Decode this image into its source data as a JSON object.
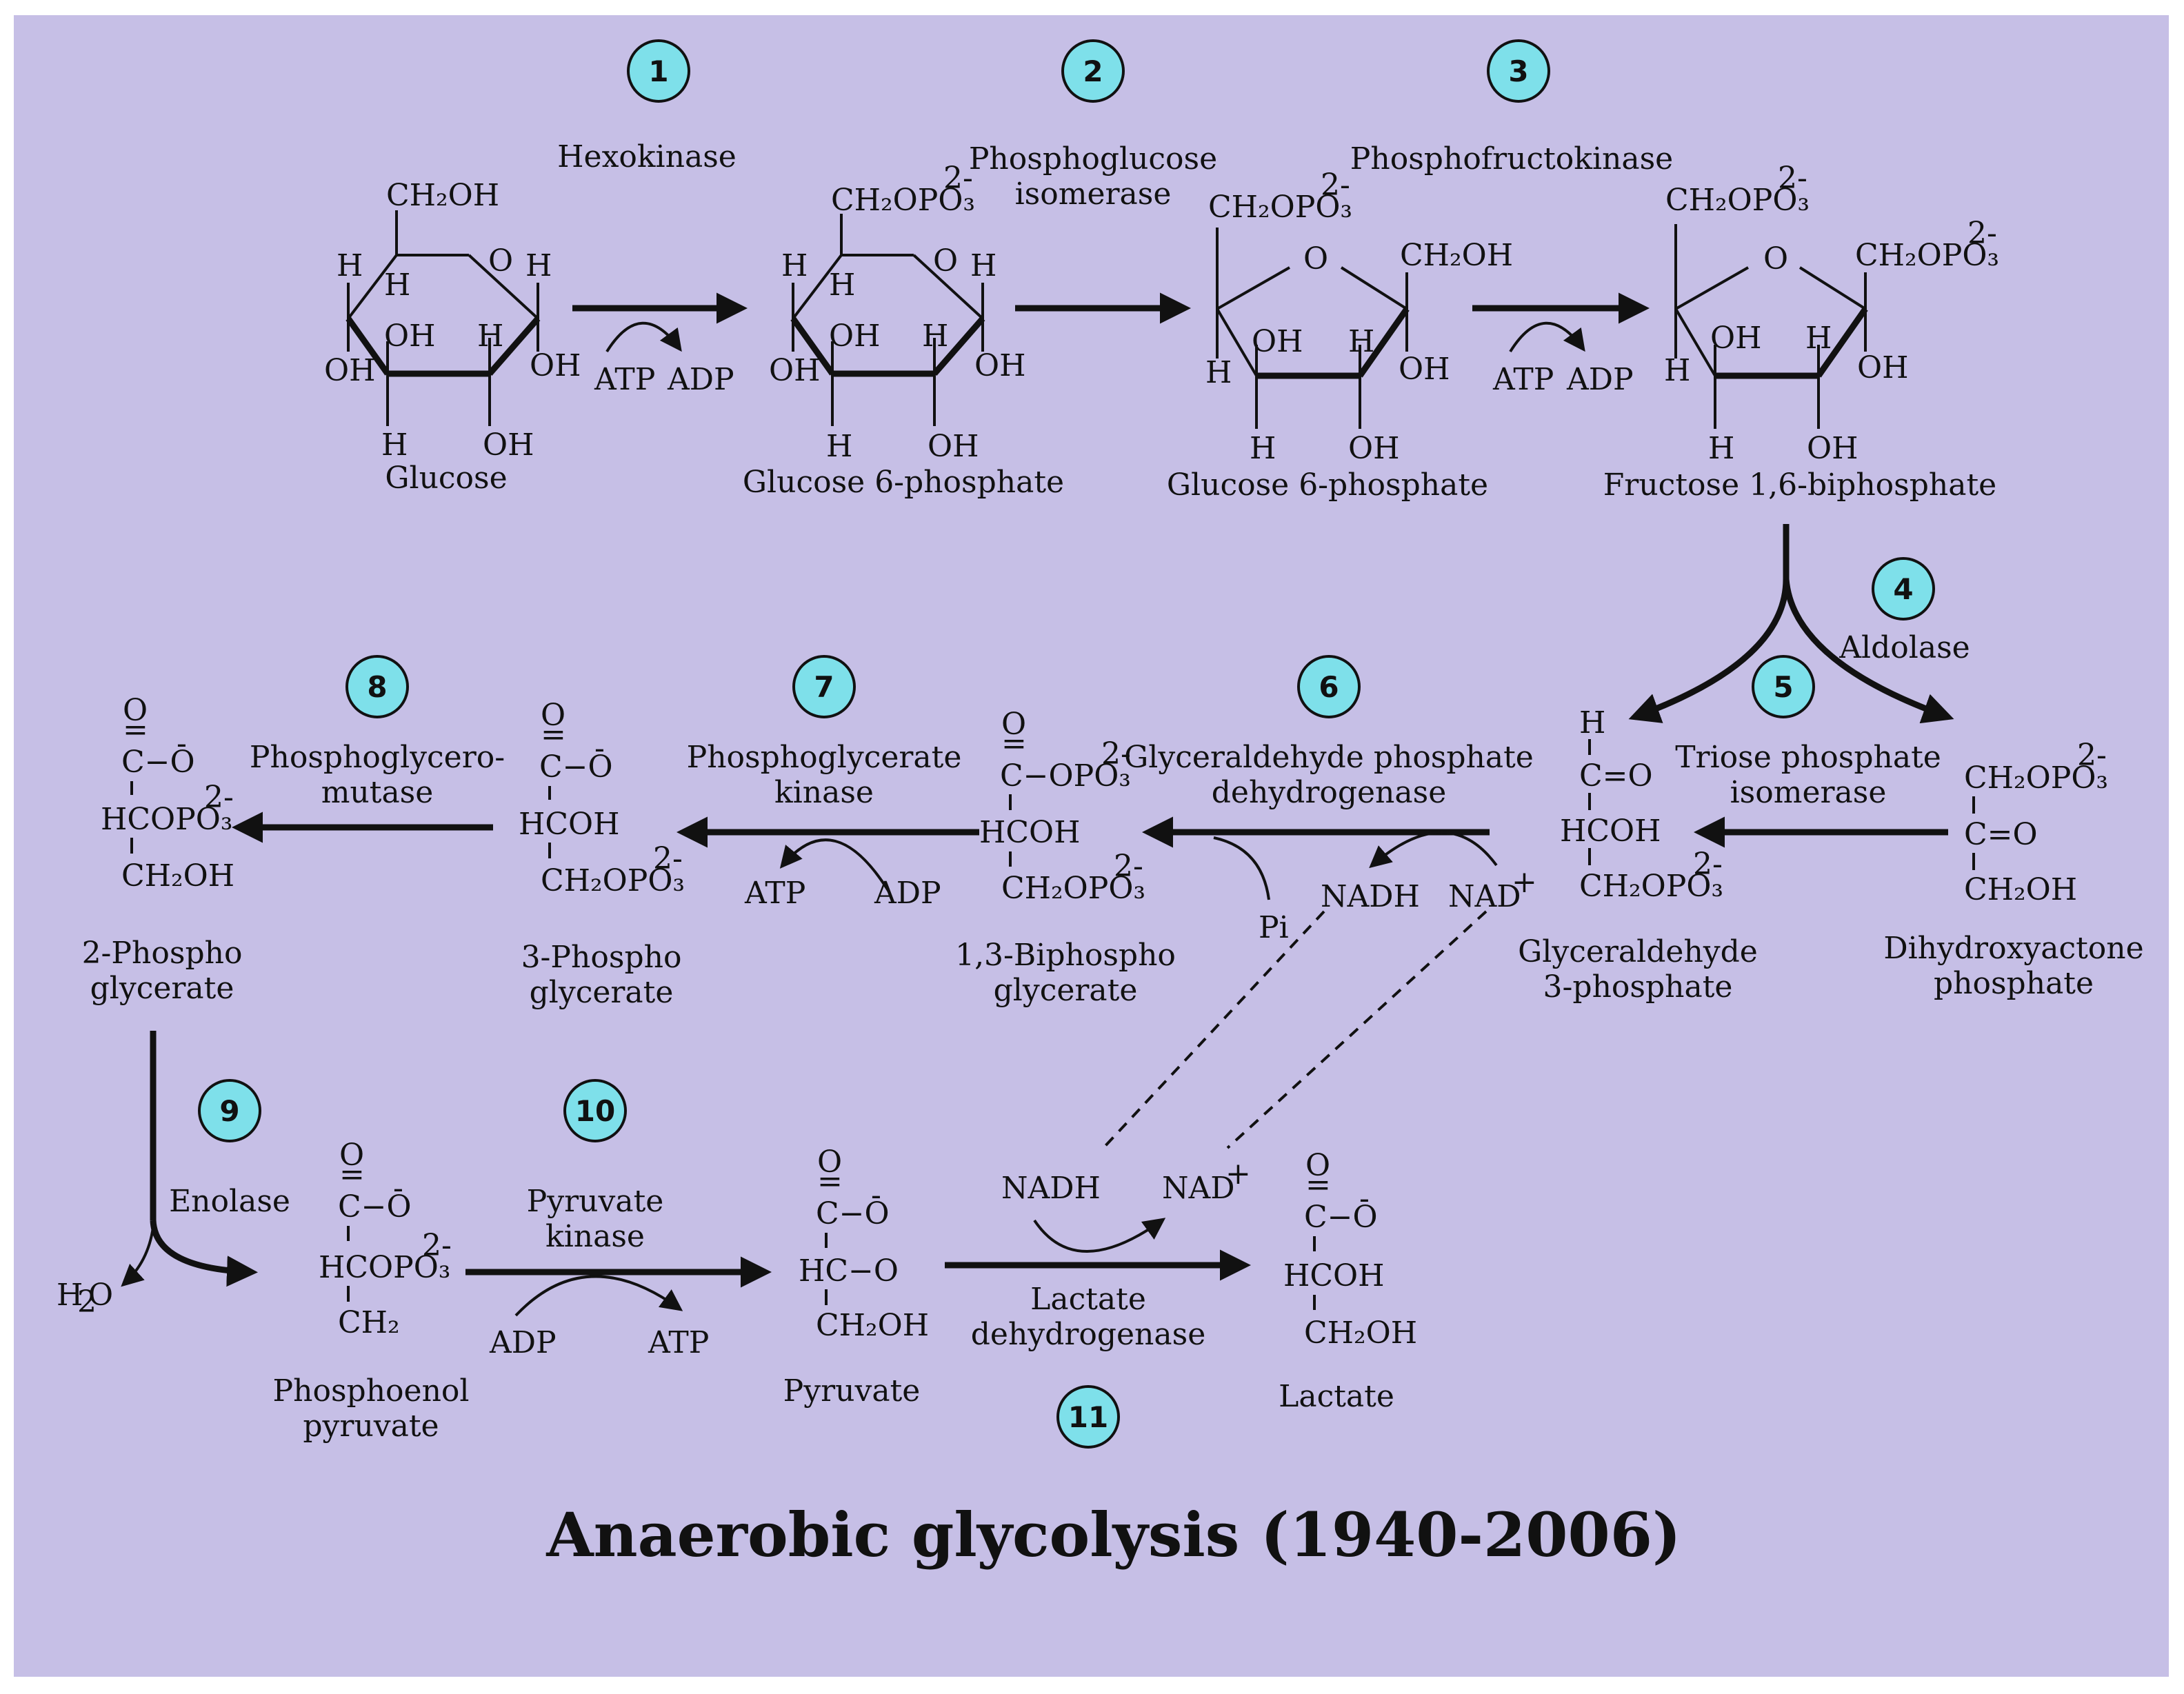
{
  "title": "Anaerobic glycolysis (1940-2006)",
  "colors": {
    "background": "#c6bfe6",
    "page": "#ffffff",
    "step_circle": "#7ee0ea",
    "ink": "#111111"
  },
  "steps": [
    "1",
    "2",
    "3",
    "4",
    "5",
    "6",
    "7",
    "8",
    "9",
    "10",
    "11"
  ],
  "enzymes": {
    "e1": "Hexokinase",
    "e2": [
      "Phosphoglucose",
      "isomerase"
    ],
    "e3": "Phosphofructokinase",
    "e4": "Aldolase",
    "e5": [
      "Triose phosphate",
      "isomerase"
    ],
    "e6": [
      "Glyceraldehyde phosphate",
      "dehydrogenase"
    ],
    "e7": [
      "Phosphoglycerate",
      "kinase"
    ],
    "e8": [
      "Phosphoglycero-",
      "mutase"
    ],
    "e9": "Enolase",
    "e10": [
      "Pyruvate",
      "kinase"
    ],
    "e11": [
      "Lactate",
      "dehydrogenase"
    ]
  },
  "cofactors": {
    "atp": "ATP",
    "adp": "ADP",
    "nadh": "NADH",
    "nad": "NAD",
    "plus": "+",
    "pi": "Pi",
    "water": "H",
    "water_sub": "2",
    "water_o": "O"
  },
  "compounds": {
    "glucose": "Glucose",
    "g6p_pyranose": "Glucose 6-phosphate",
    "g6p_furanose": "Glucose 6-phosphate",
    "f16bp": "Fructose 1,6-biphosphate",
    "gap": [
      "Glyceraldehyde",
      "3-phosphate"
    ],
    "dhap": [
      "Dihydroxyactone",
      "phosphate"
    ],
    "bpg13": [
      "1,3-Biphospho",
      "glycerate"
    ],
    "pg3": [
      "3-Phospho",
      "glycerate"
    ],
    "pg2": [
      "2-Phospho",
      "glycerate"
    ],
    "pep": [
      "Phosphoenol",
      "pyruvate"
    ],
    "pyruvate": "Pyruvate",
    "lactate": "Lactate"
  },
  "atoms": {
    "H": "H",
    "O": "O",
    "OH": "OH",
    "CH2OH": "CH₂OH",
    "CH2OPO3": "CH₂OPO₃",
    "charge2": "2-",
    "charge1": "-",
    "C_O_minus": "C−O",
    "C_OPO3": "C−OPO₃",
    "HCOH": "HCOH",
    "HCOPO3": "HCOPO₃",
    "C_eq_O": "C=O",
    "HC_O": "HC−O",
    "CH2": "CH₂",
    "dbl": "=",
    "bar": "|"
  }
}
